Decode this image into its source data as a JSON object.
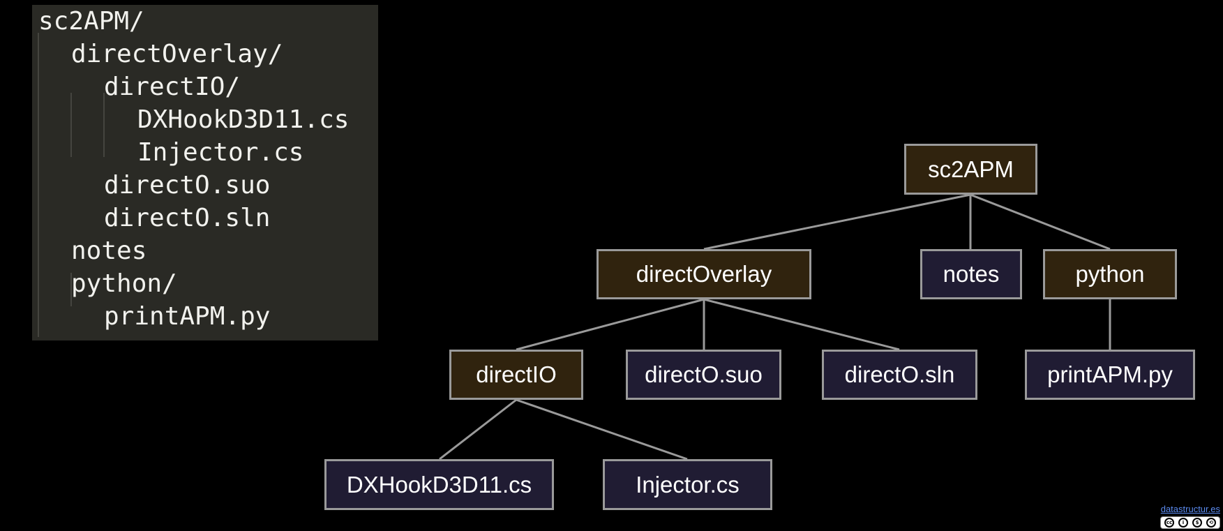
{
  "listing": {
    "lines": [
      {
        "text": "sc2APM/",
        "indent": 0
      },
      {
        "text": "directOverlay/",
        "indent": 1
      },
      {
        "text": "directIO/",
        "indent": 2
      },
      {
        "text": "DXHookD3D11.cs",
        "indent": 3
      },
      {
        "text": "Injector.cs",
        "indent": 3
      },
      {
        "text": "directO.suo",
        "indent": 2
      },
      {
        "text": "directO.sln",
        "indent": 2
      },
      {
        "text": "notes",
        "indent": 1
      },
      {
        "text": "python/",
        "indent": 1
      },
      {
        "text": "printAPM.py",
        "indent": 2
      }
    ]
  },
  "tree": {
    "nodes": [
      {
        "id": "sc2apm",
        "label": "sc2APM",
        "kind": "directory"
      },
      {
        "id": "directoverlay",
        "label": "directOverlay",
        "kind": "directory"
      },
      {
        "id": "notes",
        "label": "notes",
        "kind": "file"
      },
      {
        "id": "python",
        "label": "python",
        "kind": "directory"
      },
      {
        "id": "directio",
        "label": "directIO",
        "kind": "directory"
      },
      {
        "id": "directo-suo",
        "label": "directO.suo",
        "kind": "file"
      },
      {
        "id": "directo-sln",
        "label": "directO.sln",
        "kind": "file"
      },
      {
        "id": "printapm",
        "label": "printAPM.py",
        "kind": "file"
      },
      {
        "id": "dxhook",
        "label": "DXHookD3D11.cs",
        "kind": "file"
      },
      {
        "id": "injector",
        "label": "Injector.cs",
        "kind": "file"
      }
    ],
    "edges": [
      [
        "sc2apm",
        "directoverlay"
      ],
      [
        "sc2apm",
        "notes"
      ],
      [
        "sc2apm",
        "python"
      ],
      [
        "directoverlay",
        "directio"
      ],
      [
        "directoverlay",
        "directo-suo"
      ],
      [
        "directoverlay",
        "directo-sln"
      ],
      [
        "python",
        "printapm"
      ],
      [
        "directio",
        "dxhook"
      ],
      [
        "directio",
        "injector"
      ]
    ]
  },
  "colors": {
    "directory_fill": "#30230e",
    "file_fill": "#201c33",
    "border": "#9a9a9a",
    "edge": "#9a9a9a"
  },
  "footer": {
    "credit": "datastructur.es",
    "license_icon": "cc-by-nc-sa-badge-icon"
  }
}
